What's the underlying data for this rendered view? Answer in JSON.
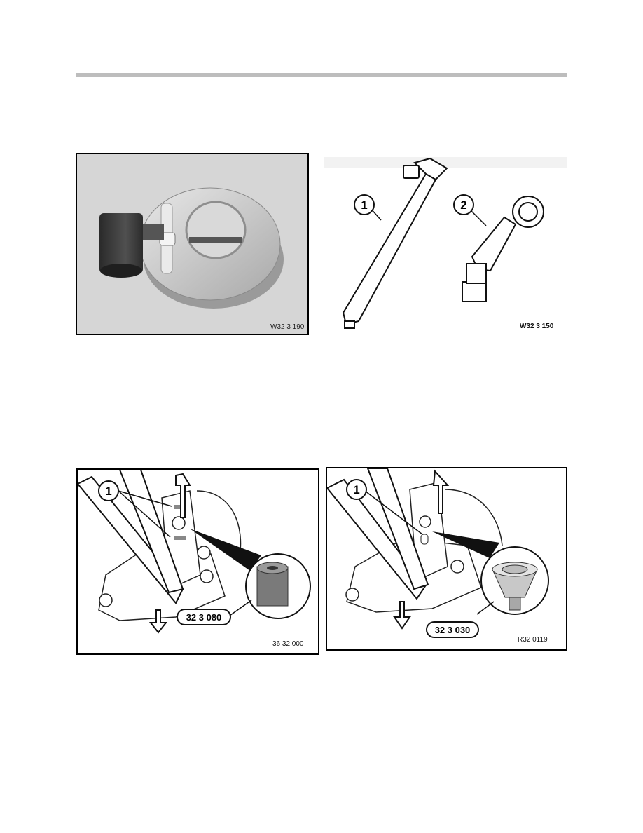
{
  "figures": [
    {
      "code": "W32 3 190"
    },
    {
      "code": "W32 3 150",
      "callouts": [
        "1",
        "2"
      ]
    },
    {
      "code": "36 32 000",
      "callout": "1",
      "tool_label": "32 3 080"
    },
    {
      "code": "R32 0119",
      "callout": "1",
      "tool_label": "32 3 030"
    }
  ],
  "colors": {
    "rule": "#bdbdbd",
    "photo_bg": "#d6d6d6",
    "tool_dark": "#3d3d3d",
    "frame": "#000000"
  }
}
